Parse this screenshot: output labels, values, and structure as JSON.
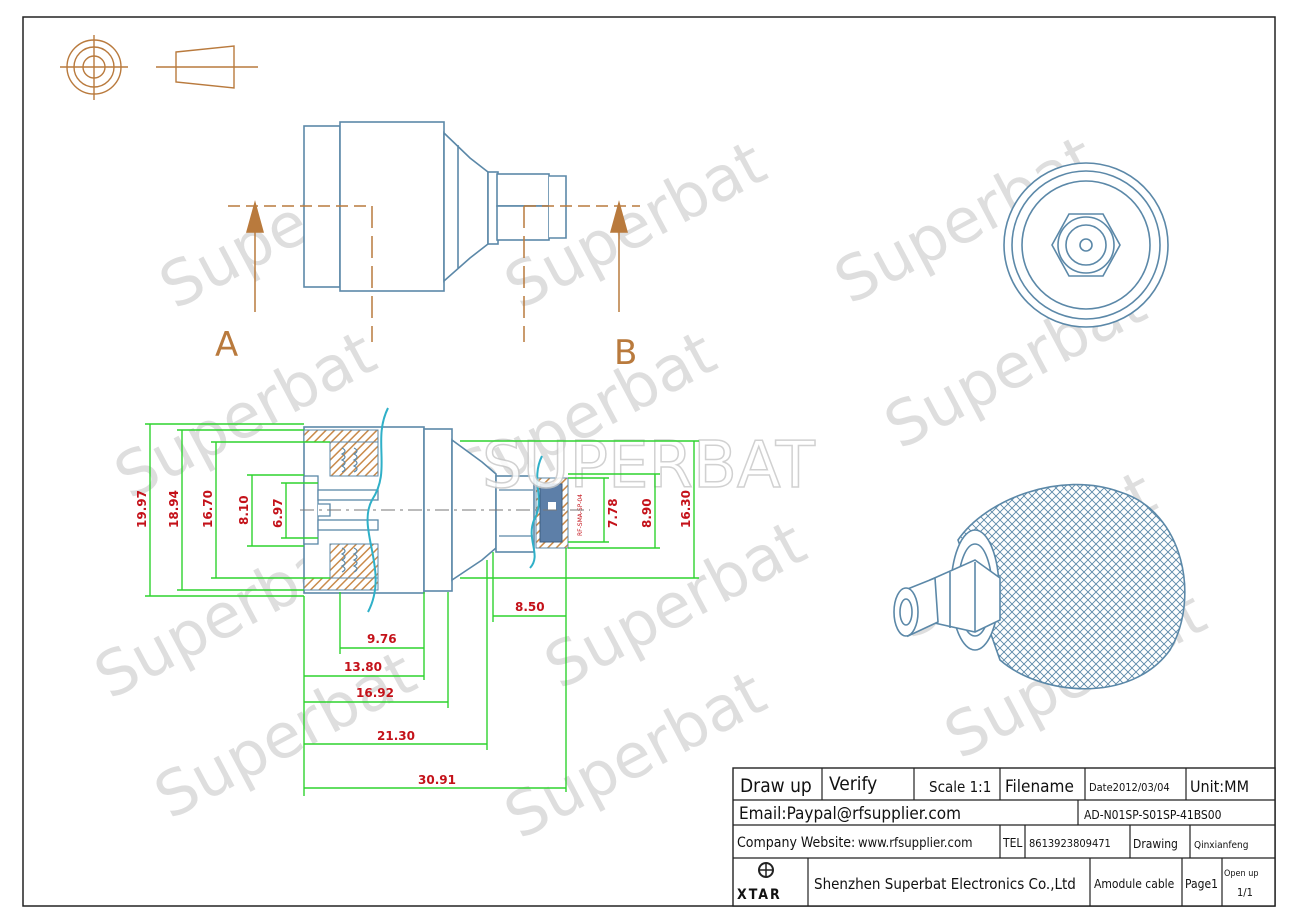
{
  "drawing": {
    "section_labels": {
      "a": "A",
      "b": "B"
    },
    "watermark_text": "Superbat",
    "brand_overlay": "SUPERBAT",
    "inner_part_mark": "RF-SMA-SP-04",
    "dimensions": {
      "d_19_97": "19.97",
      "d_18_94": "18.94",
      "d_16_70": "16.70",
      "d_8_10": "8.10",
      "d_6_97": "6.97",
      "d_7_78": "7.78",
      "d_8_90": "8.90",
      "d_16_30": "16.30",
      "d_8_50": "8.50",
      "d_9_76": "9.76",
      "d_13_80": "13.80",
      "d_16_92": "16.92",
      "d_21_30": "21.30",
      "d_30_91": "30.91"
    },
    "colors": {
      "outline": "#5b88a8",
      "dimension_line": "#2fd32f",
      "dimension_text": "#c4121a",
      "section_arrow": "#b97a3d",
      "hatch": "#c98a4a",
      "cable": "#2fb0c8"
    }
  },
  "title_block": {
    "draw_up": "Draw up",
    "verify": "Verify",
    "scale": "Scale 1:1",
    "filename": "Filename",
    "date": "Date2012/03/04",
    "unit": "Unit:MM",
    "email": "Email:Paypal@rfsupplier.com",
    "part_number": "AD-N01SP-S01SP-41BS00",
    "website_label": "Company Website:",
    "website": "www.rfsupplier.com",
    "tel_label": "TEL",
    "tel": "8613923809471",
    "drawing_label": "Drawing",
    "drawer": "Qinxianfeng",
    "logo_text": "XTAR",
    "company": "Shenzhen Superbat Electronics Co.,Ltd",
    "assembly": "Amodule cable",
    "page": "Page1",
    "open_up": "Open up",
    "open_up_value": "1/1"
  }
}
